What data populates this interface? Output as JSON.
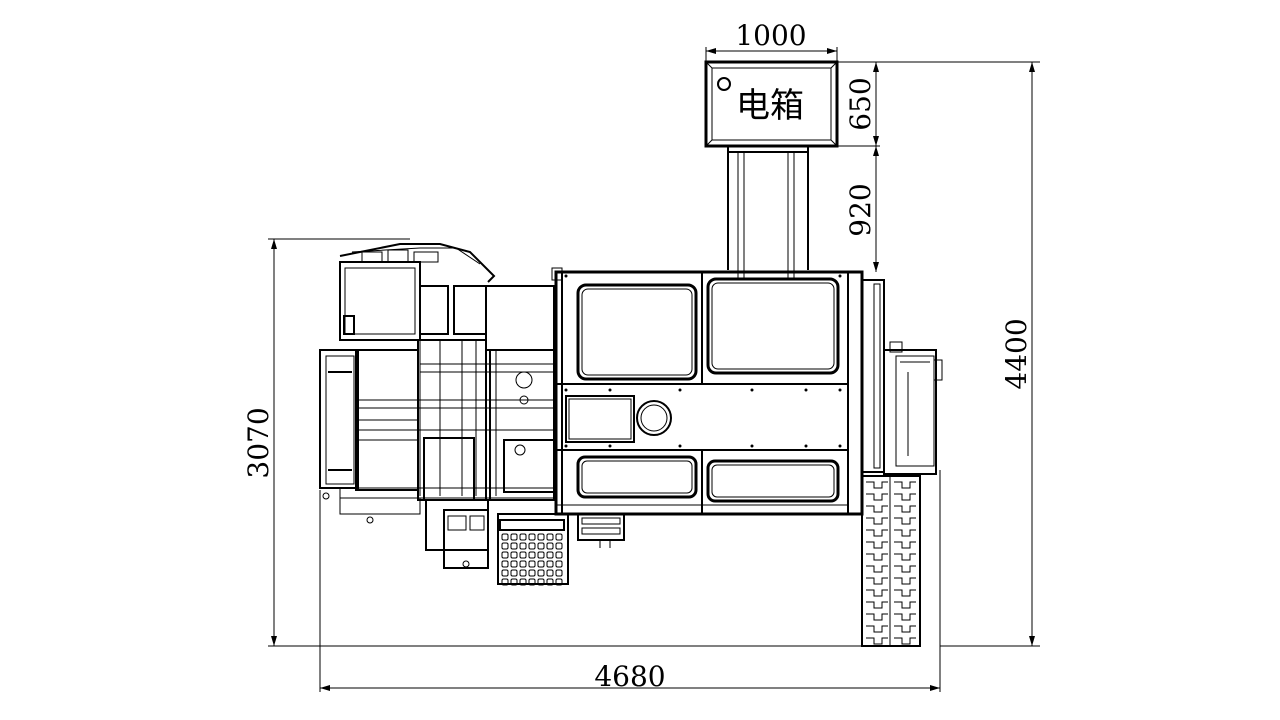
{
  "cabinet": {
    "label": "电箱"
  },
  "dimensions": {
    "cabinet_width": "1000",
    "cabinet_depth": "650",
    "cabinet_offset": "920",
    "total_height": "4400",
    "machine_height": "3070",
    "total_width": "4680"
  },
  "colors": {
    "line": "#000000",
    "background": "#ffffff"
  }
}
